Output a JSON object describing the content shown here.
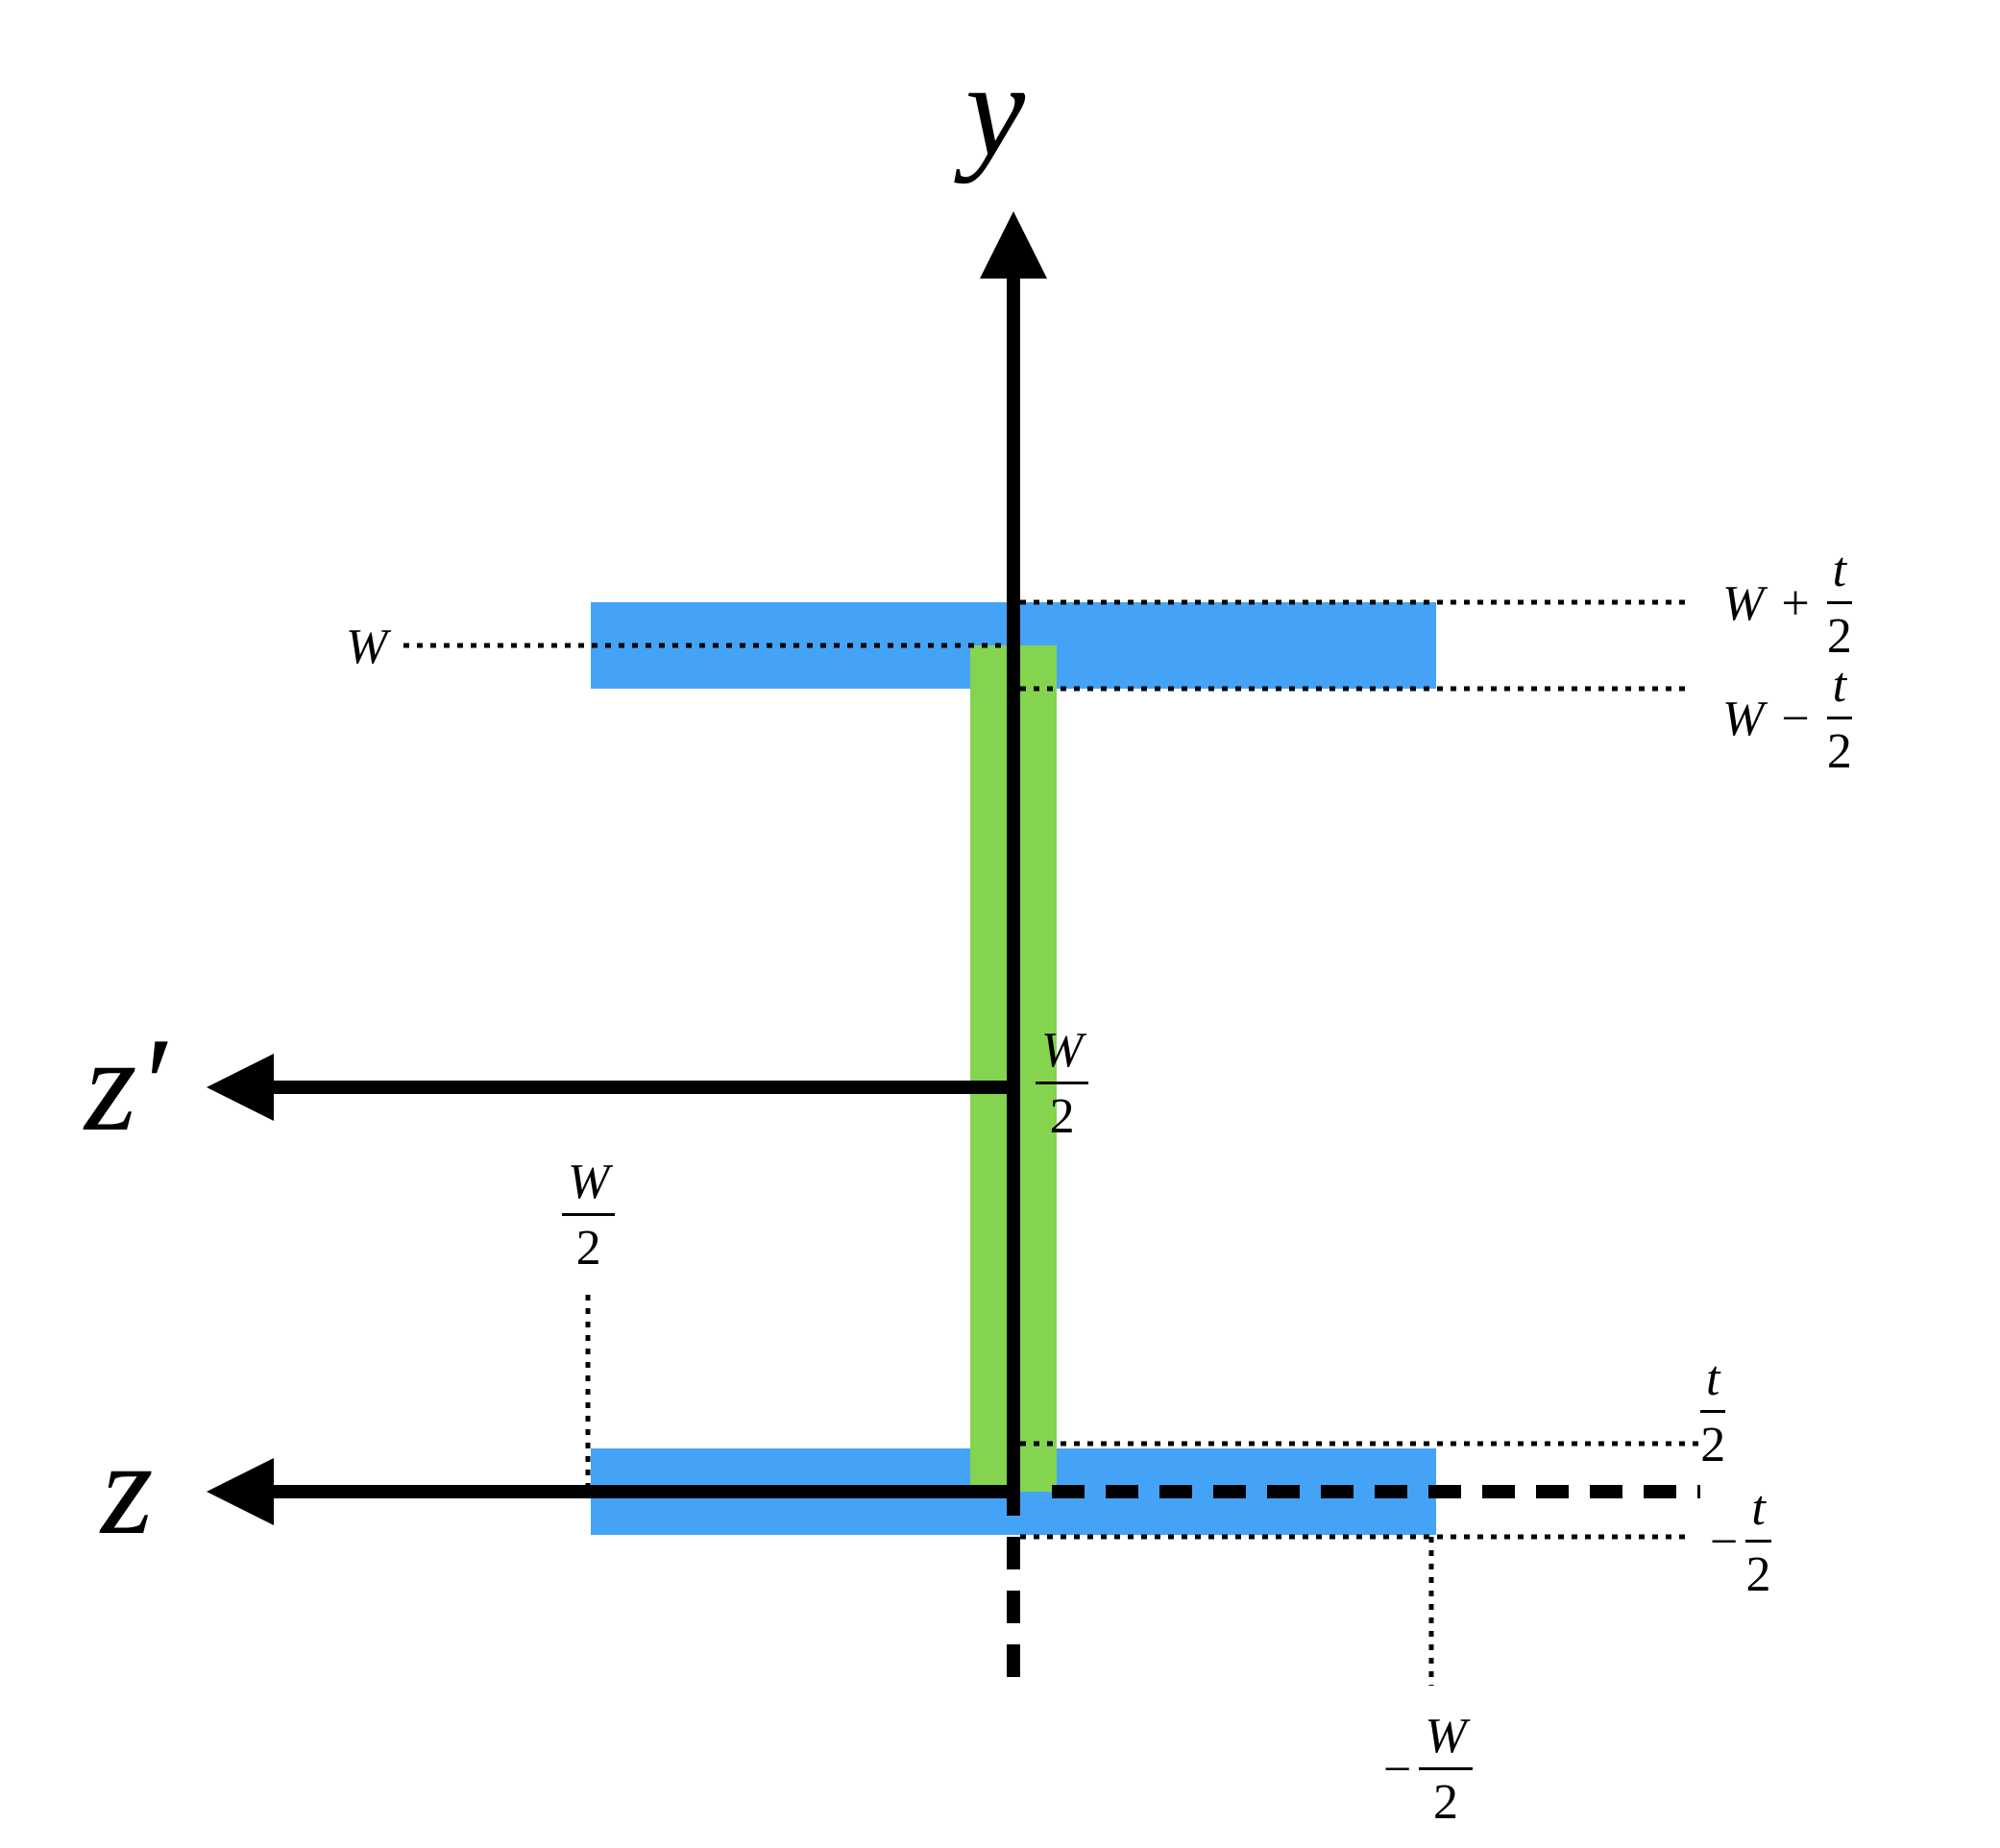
{
  "colors": {
    "flange": "#45a3f7",
    "web": "#84d44f",
    "axis": "#000000"
  },
  "axes": {
    "y_label": "y",
    "z_label": "z",
    "z_prime_label": "z′"
  },
  "labels": {
    "w_left": "W",
    "w_half_centroid": {
      "num": "W",
      "den": "2"
    },
    "w_half_left": {
      "num": "W",
      "den": "2"
    },
    "w_plus_half_t": {
      "lead": "W",
      "op": "+",
      "num": "t",
      "den": "2"
    },
    "w_minus_half_t": {
      "lead": "W",
      "op": "−",
      "num": "t",
      "den": "2"
    },
    "t_half": {
      "num": "t",
      "den": "2"
    },
    "neg_t_half": {
      "op": "−",
      "num": "t",
      "den": "2"
    },
    "neg_w_half": {
      "op": "−",
      "num": "W",
      "den": "2"
    }
  }
}
